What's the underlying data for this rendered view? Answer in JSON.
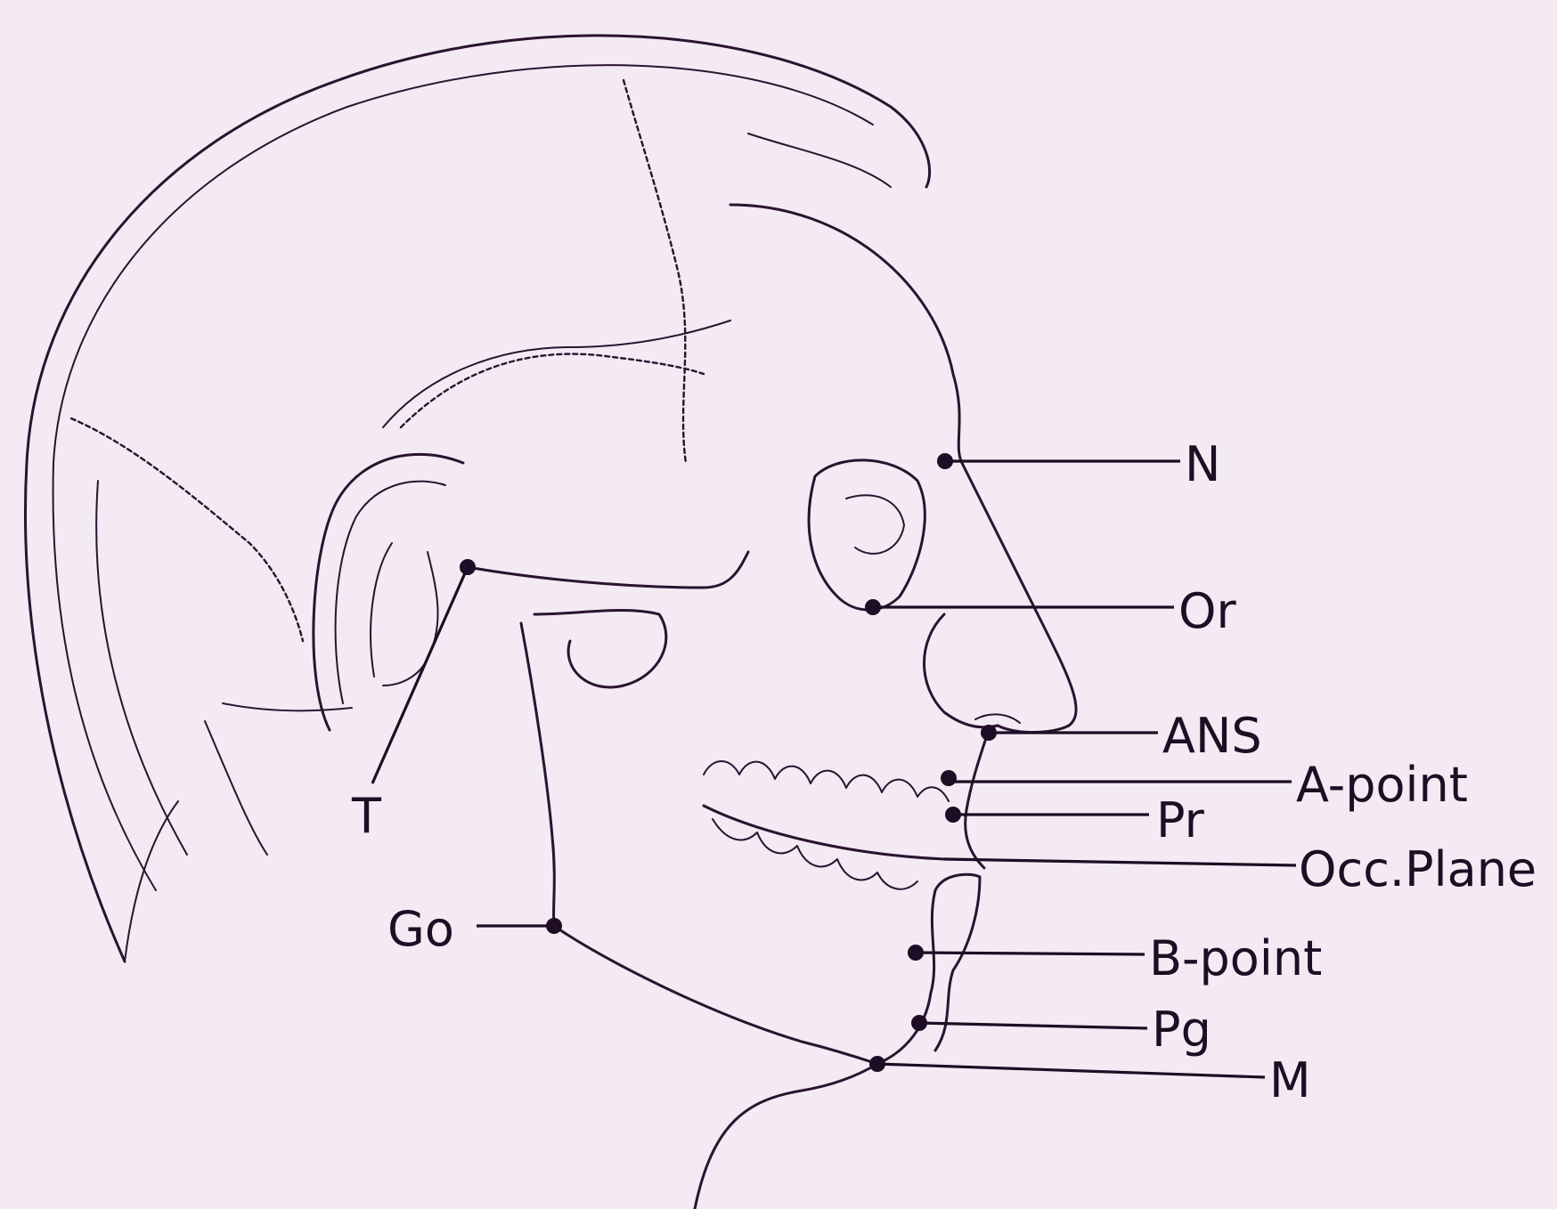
{
  "landmarks": {
    "n": "N",
    "or": "Or",
    "ans": "ANS",
    "a_point": "A-point",
    "pr": "Pr",
    "occ_plane": "Occ.Plane",
    "b_point": "B-point",
    "pg": "Pg",
    "m": "M",
    "go": "Go",
    "t": "T"
  },
  "colors": {
    "ink": "#2a1330",
    "paper": "#f3eaf3"
  }
}
